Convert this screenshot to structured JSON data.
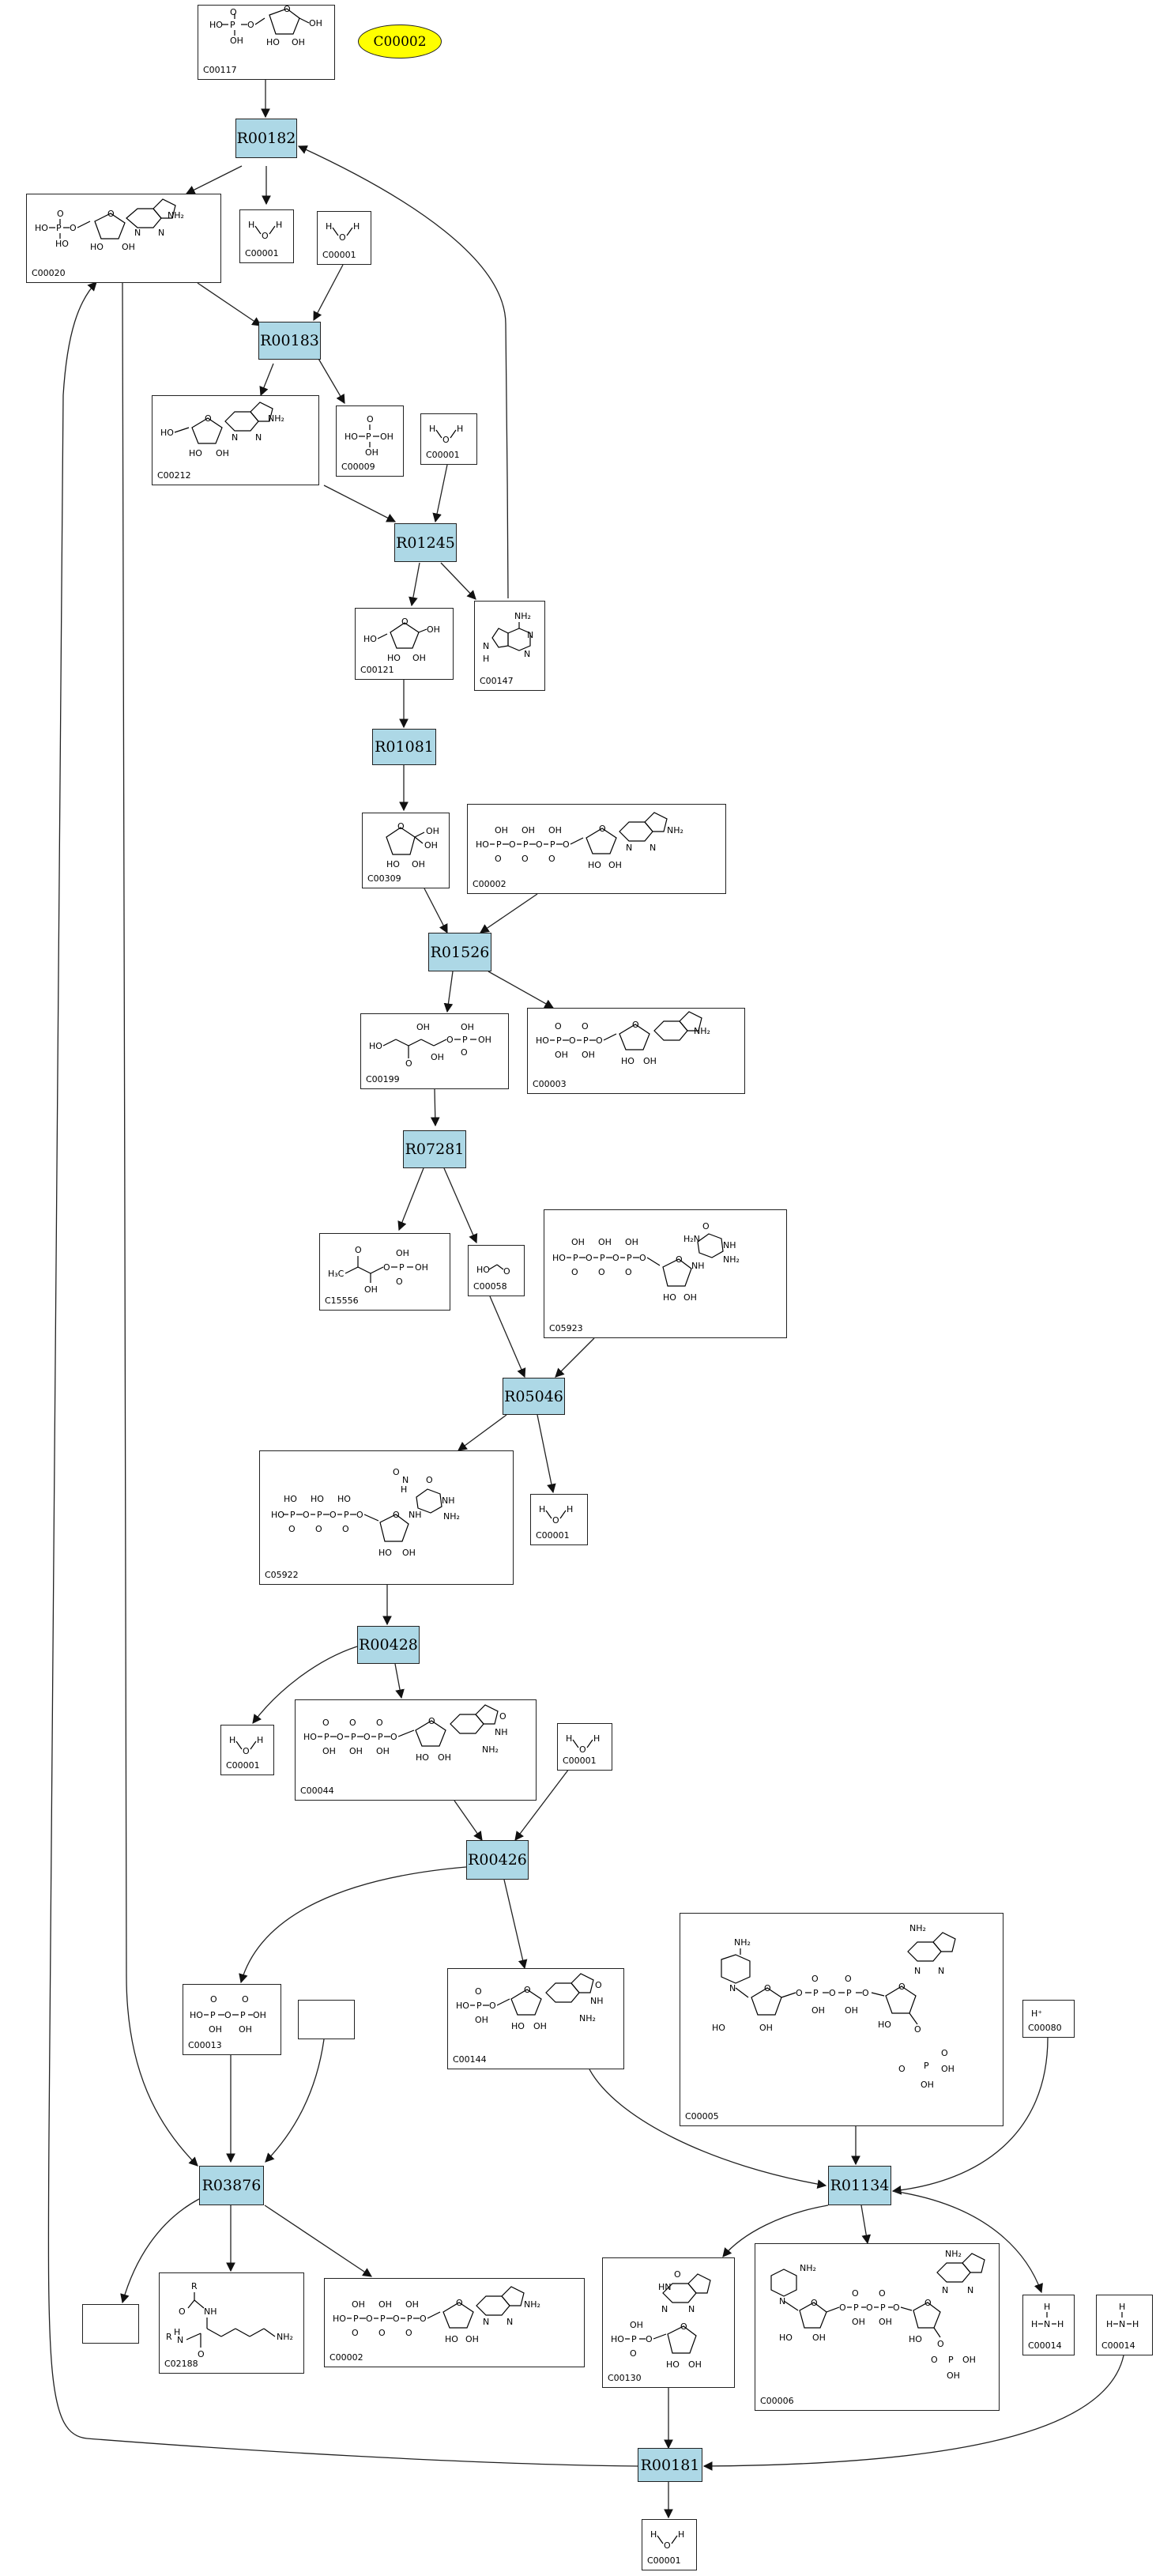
{
  "highlight_label": "C00002",
  "reactions": {
    "R00182": "R00182",
    "R00183": "R00183",
    "R01245": "R01245",
    "R01081": "R01081",
    "R01526": "R01526",
    "R07281": "R07281",
    "R05046": "R05046",
    "R00428": "R00428",
    "R00426": "R00426",
    "R03876": "R03876",
    "R01134": "R01134",
    "R00181": "R00181"
  },
  "compounds": {
    "c_00117": "C00117",
    "c_00020": "C00020",
    "c_00001_a": "C00001",
    "c_00001_b": "C00001",
    "c_00212": "C00212",
    "c_00009": "C00009",
    "c_00001_c": "C00001",
    "c_00121": "C00121",
    "c_00147": "C00147",
    "c_00309": "C00309",
    "c_00002_a": "C00002",
    "c_00199": "C00199",
    "c_00003": "C00003",
    "c_15556": "C15556",
    "c_00058": "C00058",
    "c_05923": "C05923",
    "c_05922": "C05922",
    "c_00001_d": "C00001",
    "c_00001_e": "C00001",
    "c_00044": "C00044",
    "c_00001_f": "C00001",
    "c_00013": "C00013",
    "c_00144": "C00144",
    "c_00005": "C00005",
    "c_00080": "C00080",
    "c_02188": "C02188",
    "c_00002_b": "C00002",
    "c_00130": "C00130",
    "c_00006": "C00006",
    "c_00014_a": "C00014",
    "c_00014_b": "C00014",
    "c_00001_g": "C00001"
  },
  "labels": {
    "water_h1": "H",
    "water_o": "O",
    "water_h2": "H",
    "proton": "H⁺",
    "ammonia_n": "N",
    "ammonia_h": "H",
    "nh2": "NH₂",
    "oh": "OH",
    "ho": "HO",
    "o": "O",
    "p": "P",
    "n": "N",
    "nh": "NH",
    "h3c": "H₃C",
    "r": "R",
    "ho_p_oh": "HO–P–OH"
  },
  "colors": {
    "reaction_fill": "#add8e6",
    "highlight_fill": "#ffff00",
    "edge": "#222222"
  }
}
